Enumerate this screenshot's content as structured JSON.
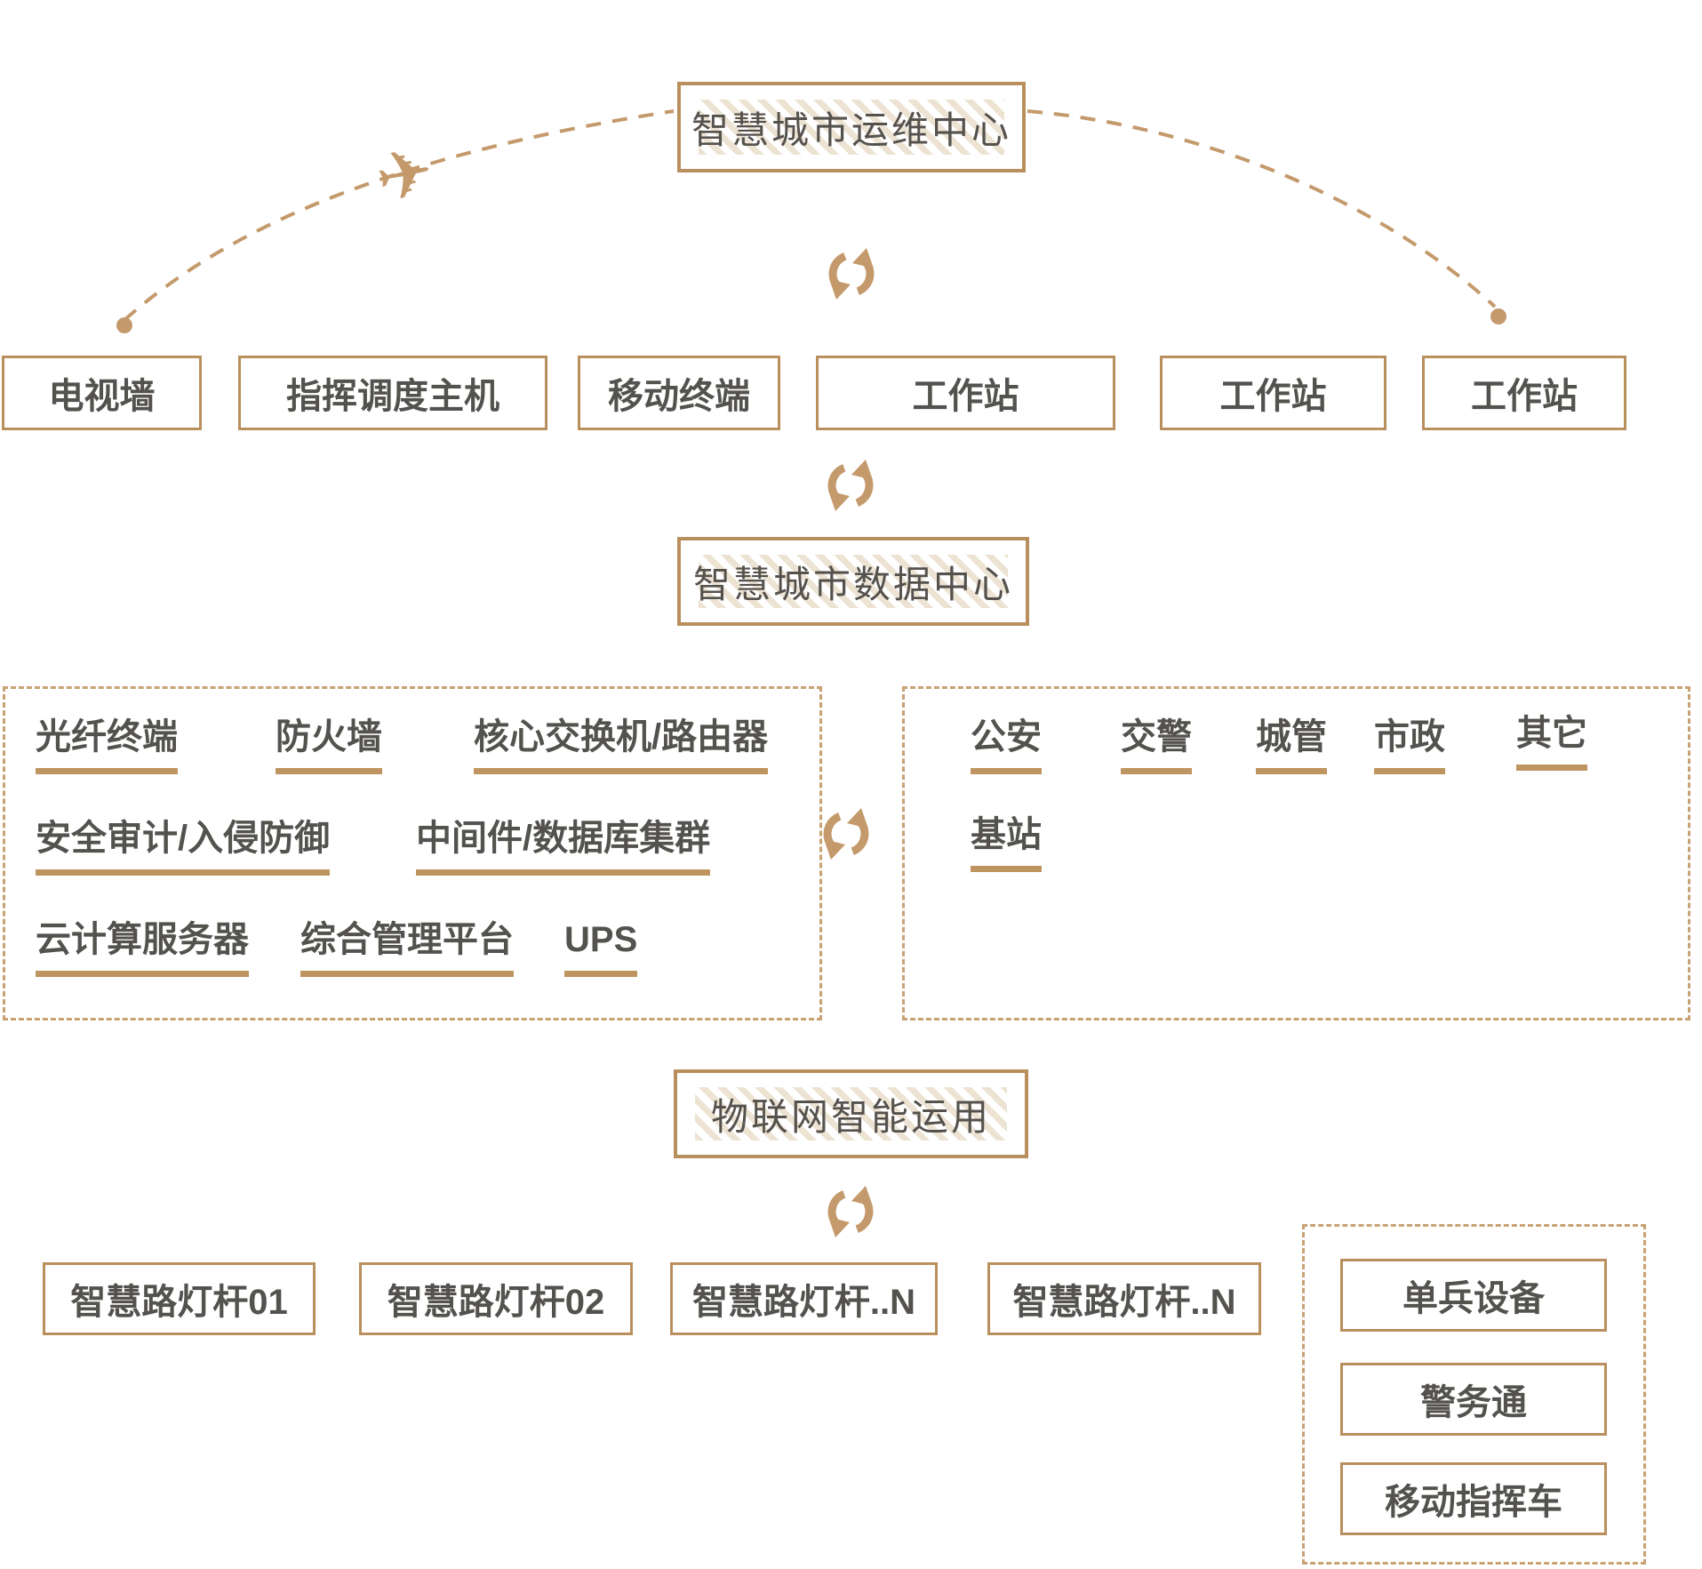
{
  "colors": {
    "accent_border": "#b98f5e",
    "accent_fill": "#c49a6c",
    "text": "#54524e",
    "hatch_stripe": "#ece3d3"
  },
  "icons": {
    "airplane_glyph": "✈",
    "sync_icon_name": "sync-icon"
  },
  "nodes": {
    "operations_center": "智慧城市运维中心",
    "data_center": "智慧城市数据中心",
    "iot_application": "物联网智能运用"
  },
  "terminal_row": {
    "items": [
      "电视墙",
      "指挥调度主机",
      "移动终端",
      "工作站",
      "工作站",
      "工作站"
    ]
  },
  "infrastructure_group": {
    "items": [
      "光纤终端",
      "防火墙",
      "核心交换机/路由器",
      "安全审计/入侵防御",
      "中间件/数据库集群",
      "云计算服务器",
      "综合管理平台",
      "UPS"
    ]
  },
  "agency_group": {
    "items": [
      "公安",
      "交警",
      "城管",
      "市政",
      "其它",
      "基站"
    ]
  },
  "pole_row": {
    "items": [
      "智慧路灯杆01",
      "智慧路灯杆02",
      "智慧路灯杆..N",
      "智慧路灯杆..N"
    ]
  },
  "mobile_group": {
    "items": [
      "单兵设备",
      "警务通",
      "移动指挥车"
    ]
  }
}
